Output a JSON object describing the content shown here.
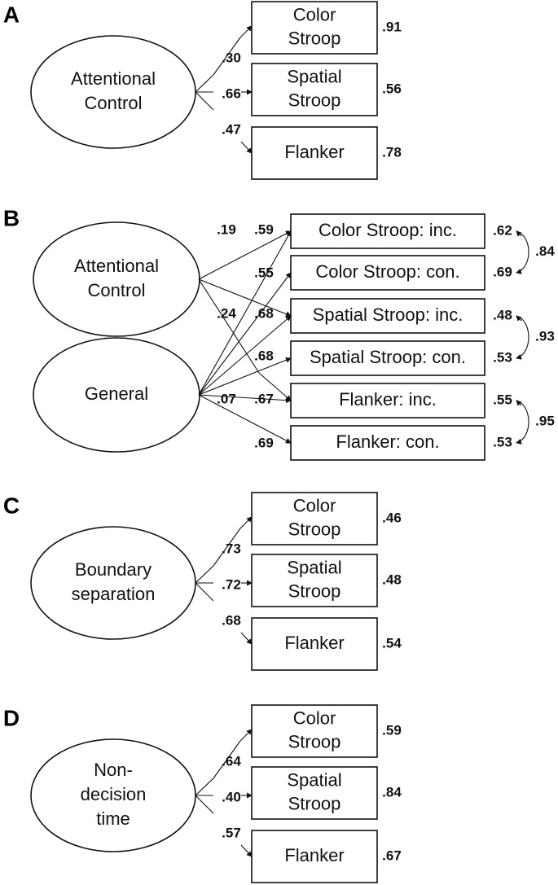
{
  "panels": {
    "A": {
      "label": "A",
      "factor": [
        "Attentional",
        "Control"
      ],
      "indicators": [
        {
          "lines": [
            "Color",
            "Stroop"
          ],
          "loading": ".30",
          "reliability": ".91"
        },
        {
          "lines": [
            "Spatial",
            "Stroop"
          ],
          "loading": ".66",
          "reliability": ".56"
        },
        {
          "lines": [
            "Flanker"
          ],
          "loading": ".47",
          "reliability": ".78"
        }
      ]
    },
    "B": {
      "label": "B",
      "factor1": [
        "Attentional",
        "Control"
      ],
      "factor2": [
        "General"
      ],
      "indicators": [
        {
          "label": "Color Stroop: inc.",
          "reliability": ".62"
        },
        {
          "label": "Color Stroop: con.",
          "reliability": ".69"
        },
        {
          "label": "Spatial Stroop: inc.",
          "reliability": ".48"
        },
        {
          "label": "Spatial Stroop: con.",
          "reliability": ".53"
        },
        {
          "label": "Flanker: inc.",
          "reliability": ".55"
        },
        {
          "label": "Flanker: con.",
          "reliability": ".53"
        }
      ],
      "ac_loadings": [
        ".19",
        ".24",
        ".07"
      ],
      "general_loadings": [
        ".59",
        ".55",
        ".68",
        ".68",
        ".67",
        ".69"
      ],
      "correlations": [
        ".84",
        ".93",
        ".95"
      ]
    },
    "C": {
      "label": "C",
      "factor": [
        "Boundary",
        "separation"
      ],
      "indicators": [
        {
          "lines": [
            "Color",
            "Stroop"
          ],
          "loading": ".73",
          "reliability": ".46"
        },
        {
          "lines": [
            "Spatial",
            "Stroop"
          ],
          "loading": ".72",
          "reliability": ".48"
        },
        {
          "lines": [
            "Flanker"
          ],
          "loading": ".68",
          "reliability": ".54"
        }
      ]
    },
    "D": {
      "label": "D",
      "factor": [
        "Non-",
        "decision",
        "time"
      ],
      "indicators": [
        {
          "lines": [
            "Color",
            "Stroop"
          ],
          "loading": ".64",
          "reliability": ".59"
        },
        {
          "lines": [
            "Spatial",
            "Stroop"
          ],
          "loading": ".40",
          "reliability": ".84"
        },
        {
          "lines": [
            "Flanker"
          ],
          "loading": ".57",
          "reliability": ".67"
        }
      ]
    }
  }
}
